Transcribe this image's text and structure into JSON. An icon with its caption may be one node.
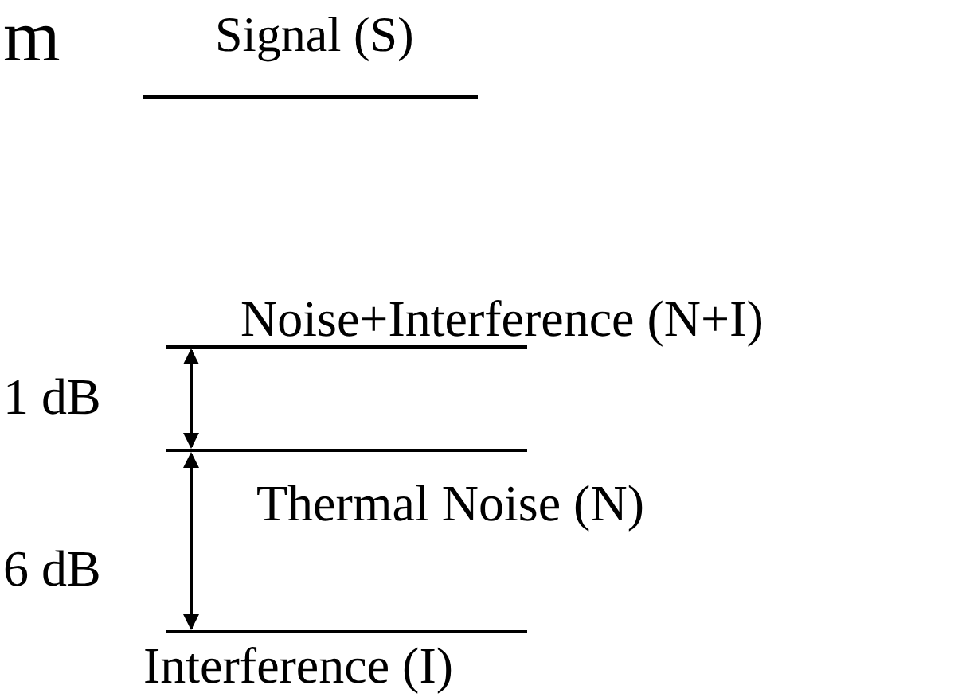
{
  "diagram": {
    "labels": [
      "m",
      "Signal (S)",
      "Noise+Interference (N+I)",
      "1 dB",
      "Thermal Noise (N)",
      "6 dB",
      "Interference (I)"
    ]
  }
}
